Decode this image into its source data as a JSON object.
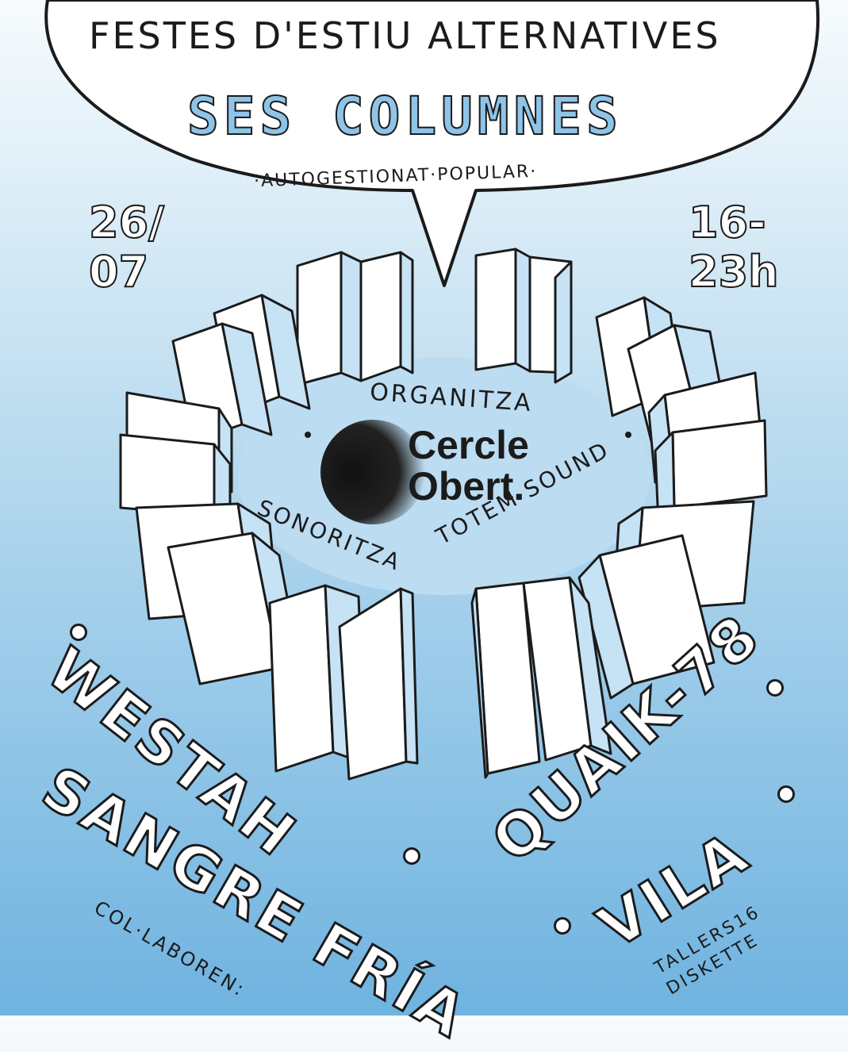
{
  "poster": {
    "headline": "FESTES D'ESTIU ALTERNATIVES",
    "title": "SES COLUMNES",
    "subtitle": "·AUTOGESTIONAT·POPULAR·",
    "date": "26/\n07",
    "hours": "16-\n23h",
    "organitza_label": "ORGANITZA",
    "organizer": "Cercle\nObert.",
    "sonoritza_label": "SONORITZA",
    "sound": "TOTEM SOUND",
    "bands": {
      "band1": "WESTAH",
      "band2": "SANGRE FRÍA",
      "band3": "QUAIK-78",
      "band4": "VILA"
    },
    "collaborators_label": "COL·LABOREN:",
    "collaborators": "TALLERS16\nDISKETTE"
  },
  "colors": {
    "outline": "#1b1b1b",
    "accent_blue": "#8ec4e8",
    "column_face": "#ffffff",
    "column_side": "#c6e2f5"
  }
}
